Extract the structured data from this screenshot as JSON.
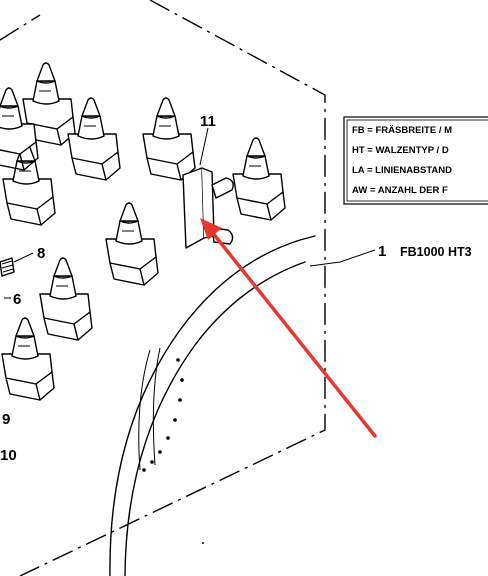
{
  "callouts": {
    "c11": "11",
    "c8": "8",
    "c6": "6",
    "c9": "9",
    "c10": "10",
    "c1": "1"
  },
  "legend": {
    "line1": "FB = FRÄSBREITE / M",
    "line2": "HT = WALZENTYP / D",
    "line3": "LA = LINIENABSTAND",
    "line4": "AW = ANZAHL DER F"
  },
  "part_label": "FB1000 HT3",
  "colors": {
    "ink": "#000000",
    "arrow": "#e8372f",
    "background": "#ffffff"
  }
}
